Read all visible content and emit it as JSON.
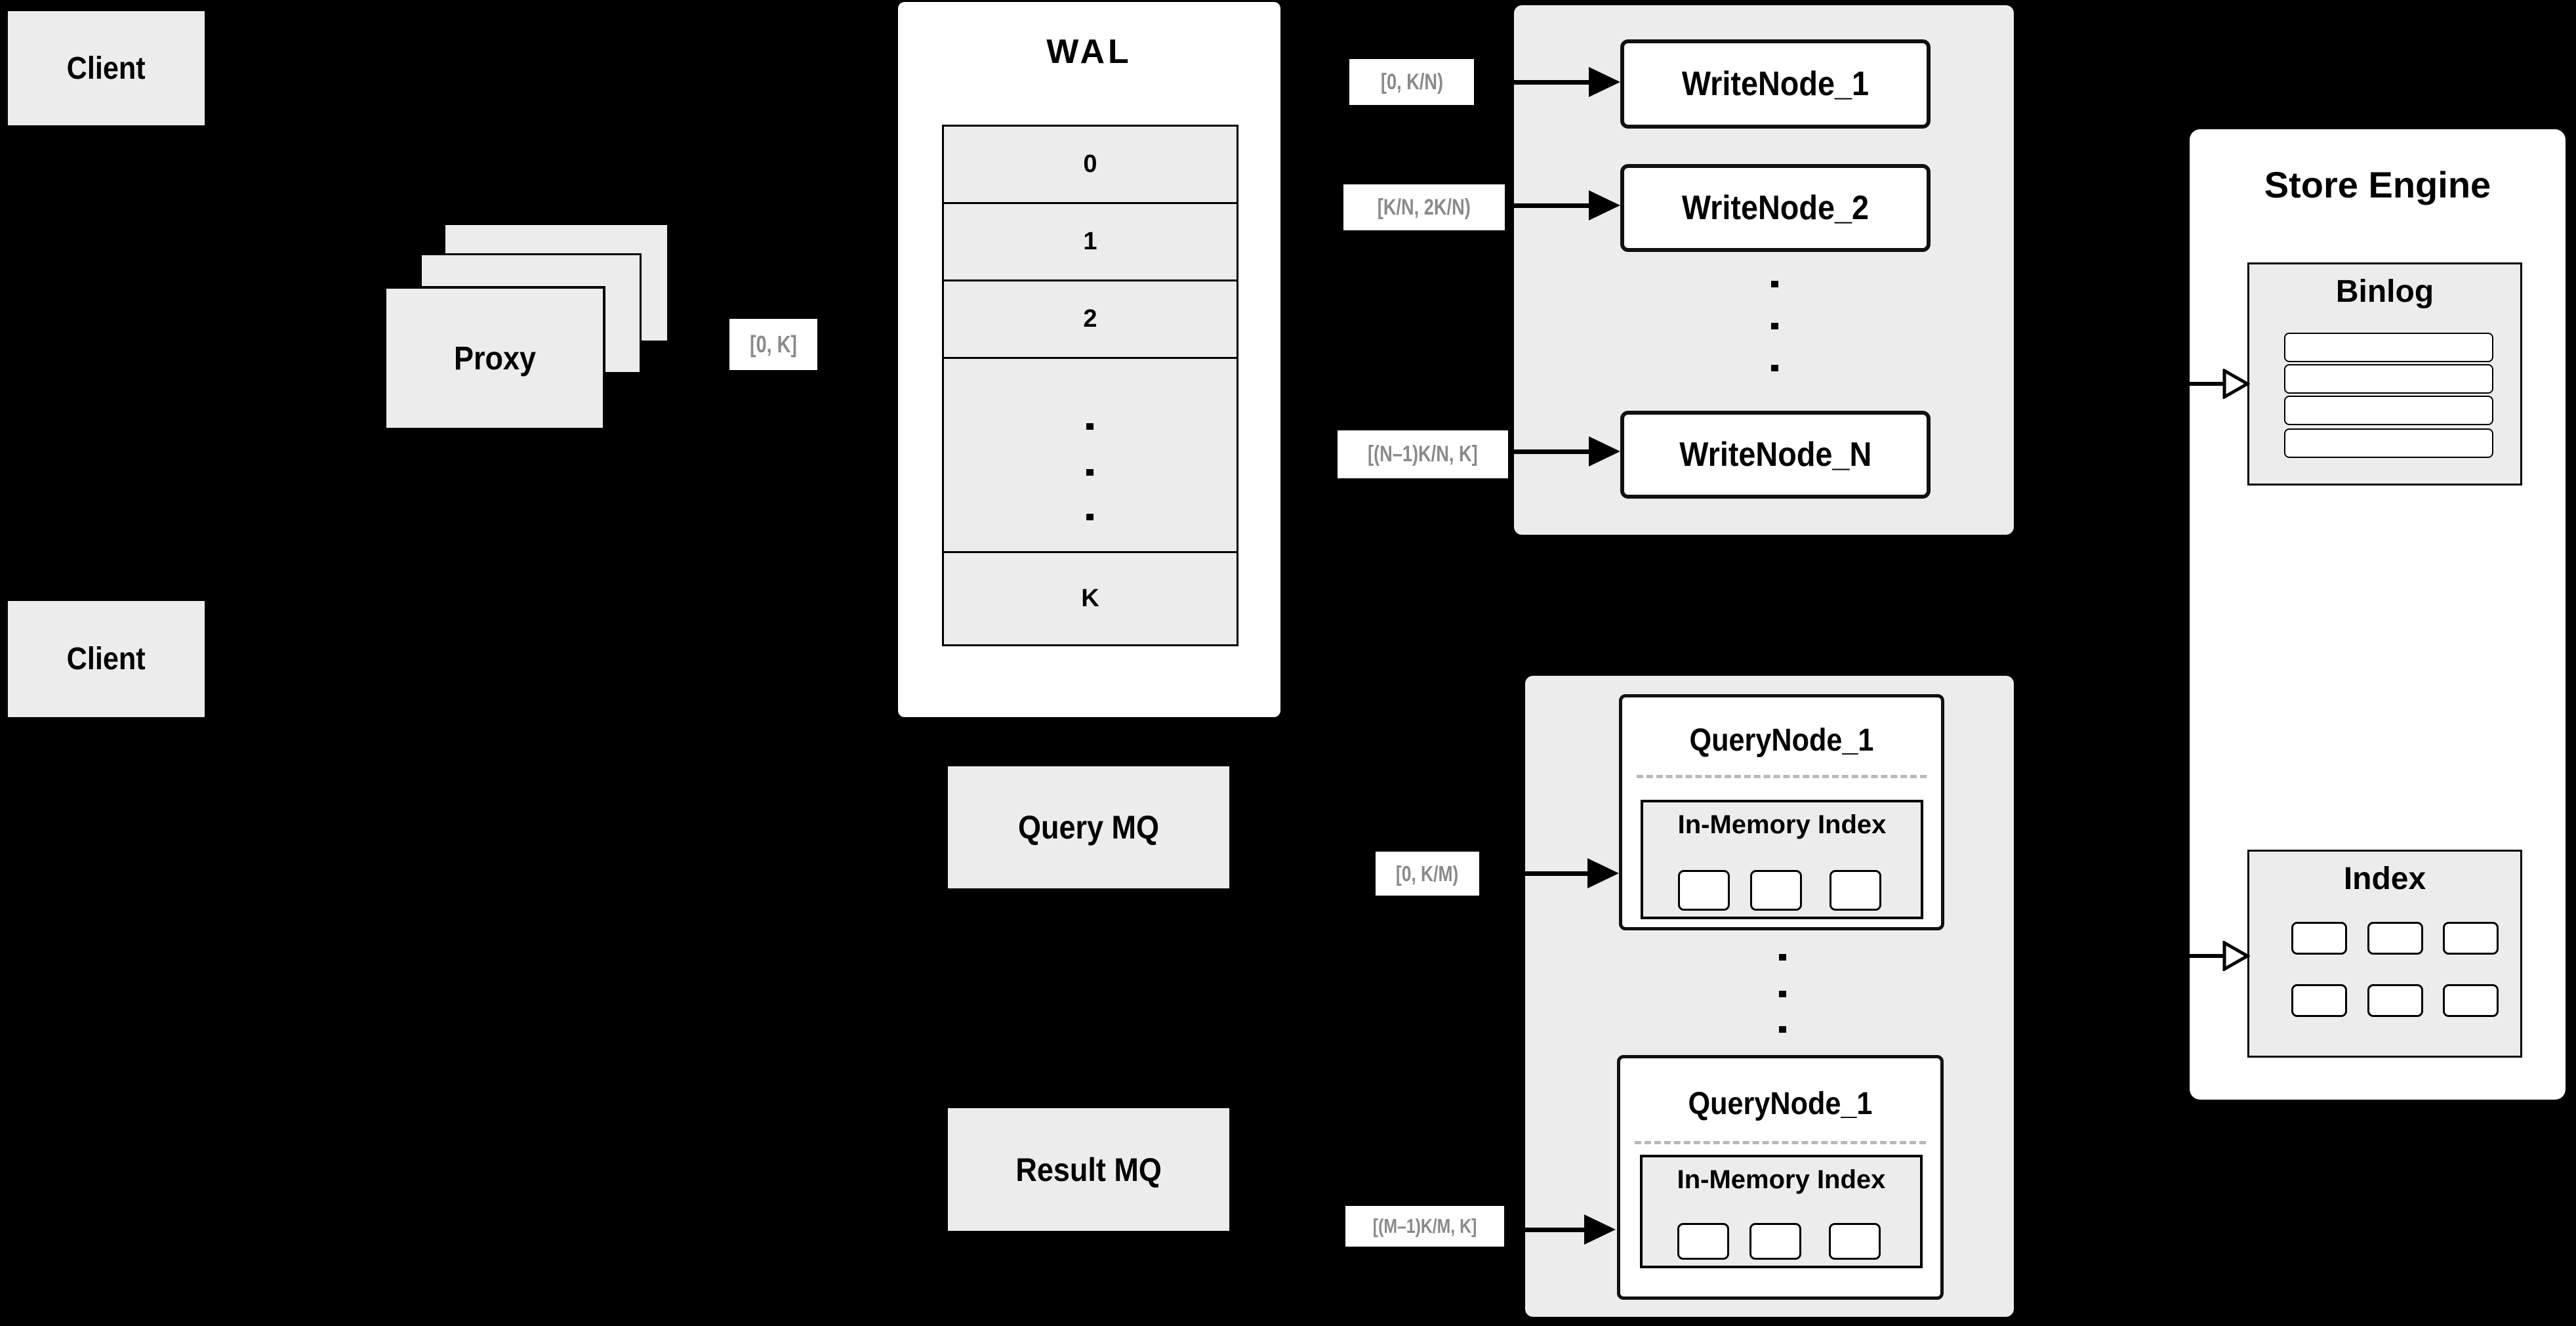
{
  "colors": {
    "background": "#000000",
    "node_fill": "#ececec",
    "panel_fill": "#ffffff",
    "border": "#000000",
    "range_text": "#8a8a8a",
    "divider_dash": "#b9b9b9"
  },
  "clients": {
    "top": "Client",
    "bottom": "Client"
  },
  "proxy": {
    "label": "Proxy"
  },
  "wal": {
    "title": "WAL",
    "segments": [
      "0",
      "1",
      "2"
    ],
    "last_segment": "K"
  },
  "range_chips": {
    "proxy_out": "[0, K]",
    "write_1": "[0, K/N)",
    "write_2": "[K/N, 2K/N)",
    "write_n": "[(N–1)K/N, K]",
    "query_1": "[0, K/M)",
    "query_m": "[(M–1)K/M, K]"
  },
  "write_cluster": {
    "nodes": [
      "WriteNode_1",
      "WriteNode_2",
      "WriteNode_N"
    ]
  },
  "mq": {
    "query": "Query MQ",
    "result": "Result MQ"
  },
  "query_cluster": {
    "nodes": [
      {
        "title": "QueryNode_1",
        "subbox": "In-Memory Index"
      },
      {
        "title": "QueryNode_1",
        "subbox": "In-Memory Index"
      }
    ]
  },
  "store_engine": {
    "title": "Store Engine",
    "binlog_title": "Binlog",
    "index_title": "Index"
  }
}
